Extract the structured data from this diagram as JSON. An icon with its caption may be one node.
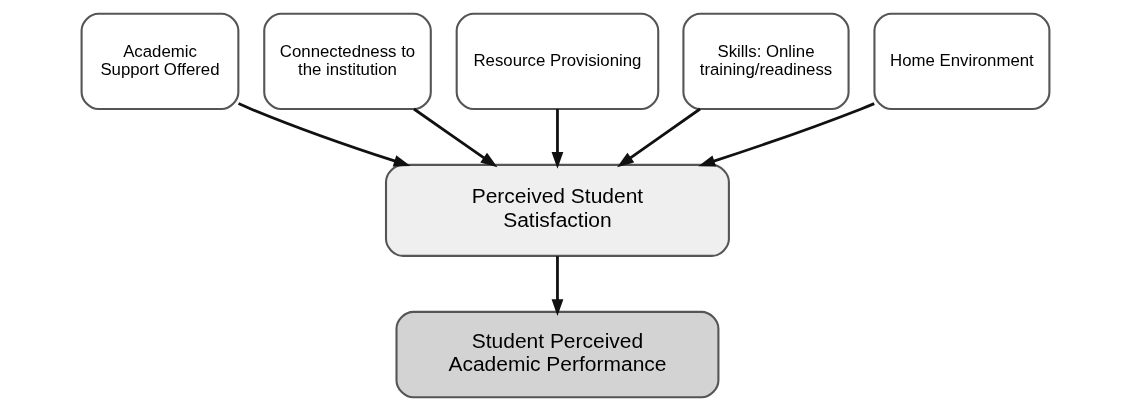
{
  "diagram": {
    "nodes": [
      {
        "text": [
          "Academic Support Offered"
        ]
      },
      {
        "text": [
          "Connectedness to the institution"
        ]
      },
      {
        "text": [
          "Resource Provisioning"
        ]
      },
      {
        "text": [
          "Skills: Online training/readiness"
        ]
      },
      {
        "text": [
          "Home Environment"
        ]
      },
      {
        "text": [
          "Perceived Student Satisfaction"
        ]
      },
      {
        "text": [
          "Student Perceived Academic Performance"
        ]
      }
    ],
    "edges": [
      {
        "from": 0,
        "to": 5,
        "arrow": "to"
      },
      {
        "from": 1,
        "to": 5,
        "arrow": "to"
      },
      {
        "from": 2,
        "to": 5,
        "arrow": "to"
      },
      {
        "from": 3,
        "to": 5,
        "arrow": "to"
      },
      {
        "from": 4,
        "to": 5,
        "arrow": "to"
      },
      {
        "from": 5,
        "to": 6,
        "arrow": "to"
      }
    ]
  }
}
